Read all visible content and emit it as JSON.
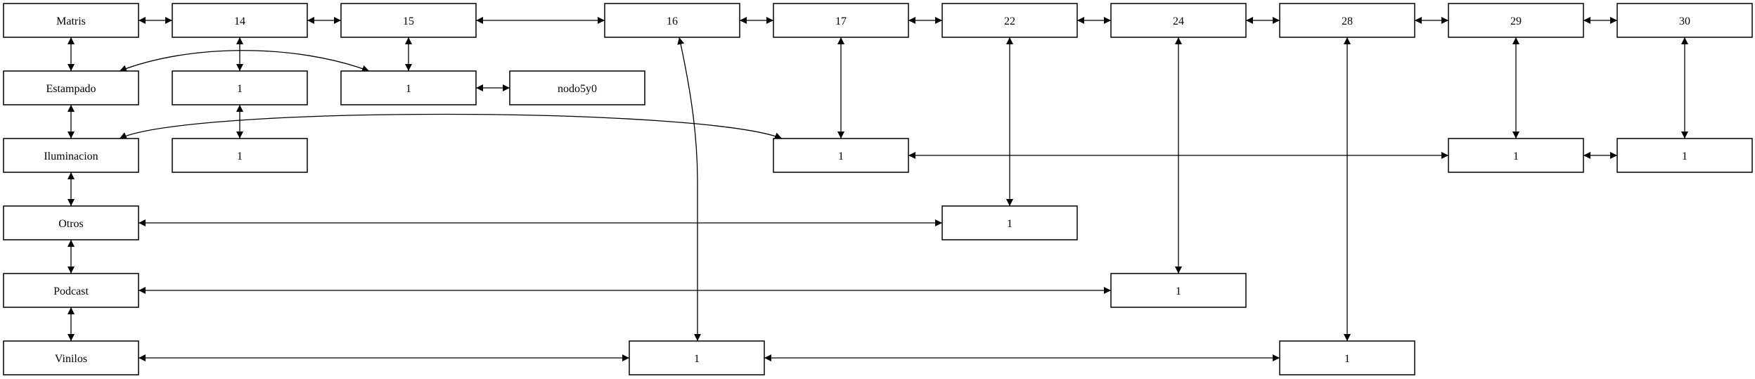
{
  "nodes": {
    "matris": "Matris",
    "c14": "14",
    "c15": "15",
    "c16": "16",
    "c17": "17",
    "c22": "22",
    "c24": "24",
    "c28": "28",
    "c29": "29",
    "c30": "30",
    "estampado": "Estampado",
    "est_14": "1",
    "est_15": "1",
    "nodo5y0": "nodo5y0",
    "iluminacion": "Iluminacion",
    "ilu_14": "1",
    "ilu_17": "1",
    "ilu_29": "1",
    "ilu_30": "1",
    "otros": "Otros",
    "otr_22": "1",
    "podcast": "Podcast",
    "pod_24": "1",
    "vinilos": "Vinilos",
    "vin_16": "1",
    "vin_28": "1"
  },
  "colors": {
    "stroke": "#000000",
    "fill": "#ffffff",
    "text": "#000000"
  }
}
